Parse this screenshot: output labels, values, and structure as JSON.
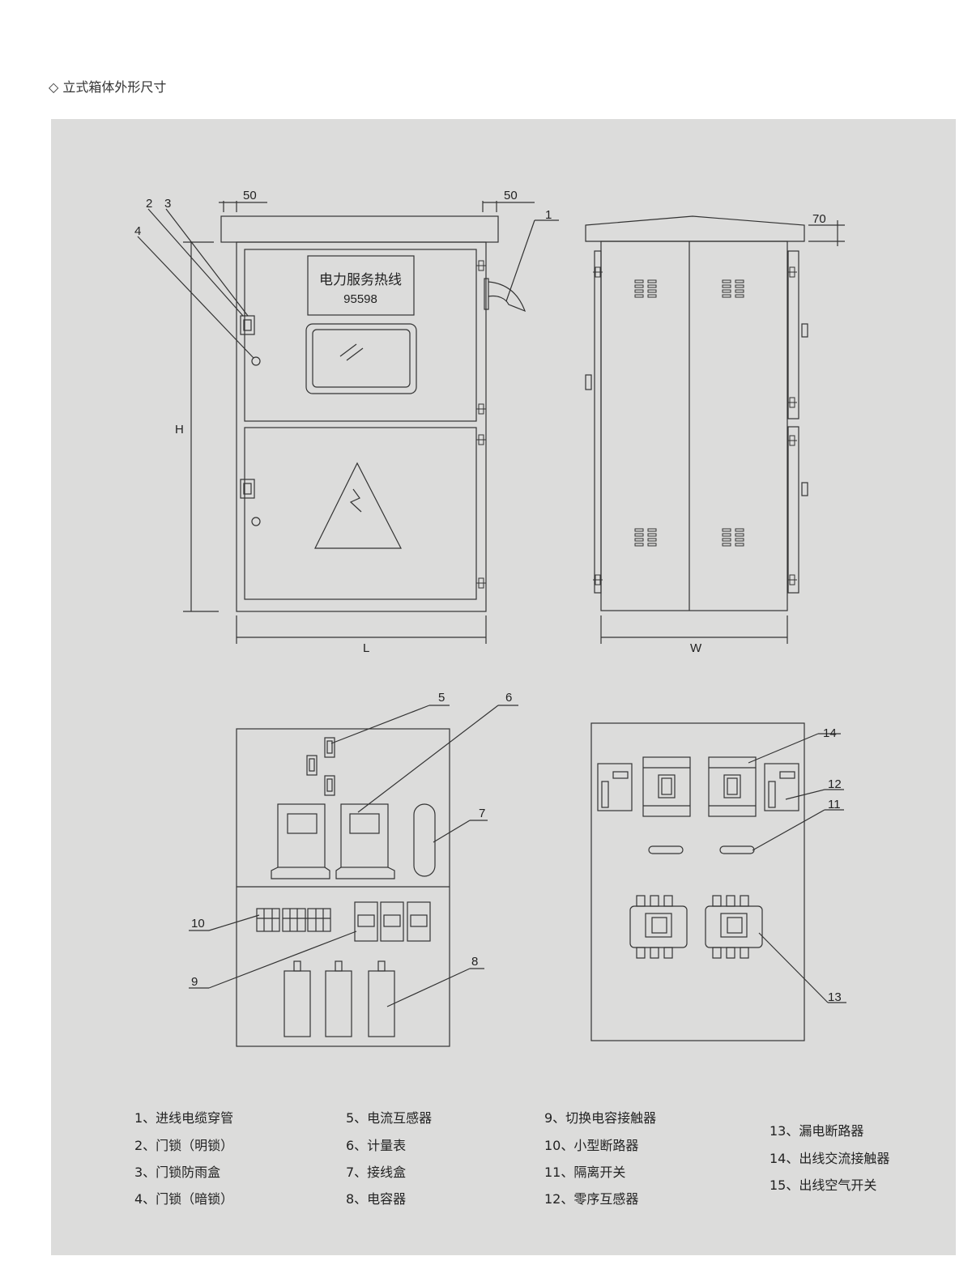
{
  "title": "◇ 立式箱体外形尺寸",
  "dims": {
    "left_offset": "50",
    "right_offset": "50",
    "roof_overhang": "70",
    "height": "H",
    "length": "L",
    "width": "W"
  },
  "cabinet_sign": {
    "line1": "电力服务热线",
    "line2": "95598"
  },
  "callouts": [
    "1",
    "2",
    "3",
    "4",
    "5",
    "6",
    "7",
    "8",
    "9",
    "10",
    "11",
    "12",
    "13",
    "14"
  ],
  "legend": [
    "1、进线电缆穿管",
    "2、门锁（明锁）",
    "3、门锁防雨盒",
    "4、门锁（暗锁）",
    "5、电流互感器",
    "6、计量表",
    "7、接线盒",
    "8、电容器",
    "9、切换电容接触器",
    "10、小型断路器",
    "11、隔离开关",
    "12、零序互感器",
    "13、漏电断路器",
    "14、出线交流接触器",
    "15、出线空气开关"
  ]
}
